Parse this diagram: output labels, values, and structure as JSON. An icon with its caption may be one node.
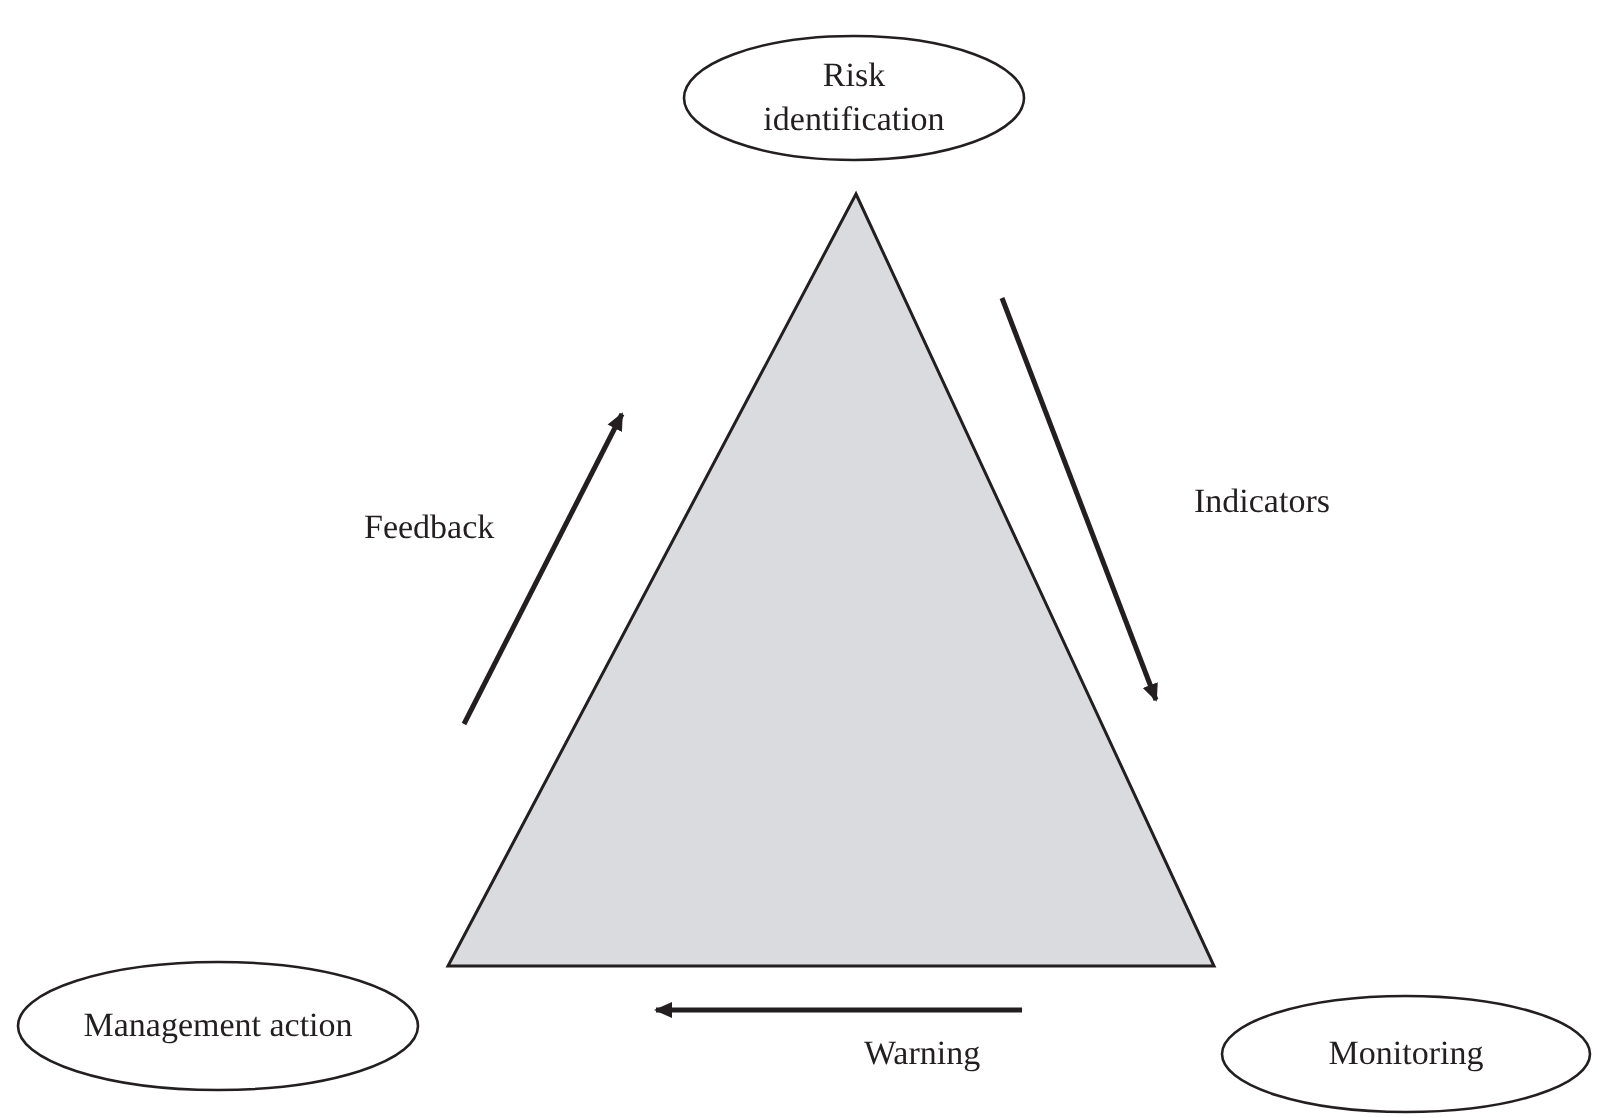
{
  "diagram": {
    "nodes": [
      {
        "text": [
          "Risk identification"
        ]
      },
      {
        "text": [
          "Management action"
        ]
      },
      {
        "text": [
          "Monitoring"
        ]
      }
    ],
    "labels": [
      "Feedback",
      "Indicators",
      "Warning"
    ]
  }
}
